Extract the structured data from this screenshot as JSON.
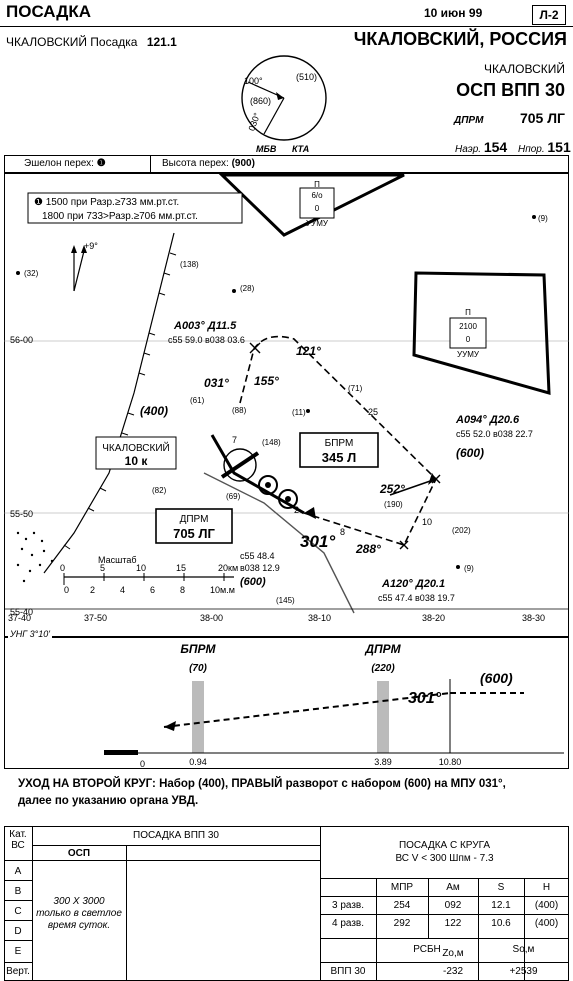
{
  "header": {
    "procedure": "ПОСАДКА",
    "date": "10 июн 99",
    "chart_number": "Л-2",
    "airport_freq_label": "ЧКАЛОВСКИЙ Посадка",
    "airport_freq": "121.1",
    "airport_title": "ЧКАЛОВСКИЙ, РОССИЯ",
    "airport_city": "ЧКАЛОВСКИЙ",
    "approach_name": "ОСП ВПП 30",
    "ndb_label": "ДПРМ",
    "ndb_value": "705 ЛГ",
    "elev_label": "Нaэр.",
    "elev_value": "154",
    "thr_label": "Hпор.",
    "thr_value": "151"
  },
  "msa": {
    "sector1": "100°",
    "sector2": "030°",
    "alt1": "(860)",
    "alt2": "(510)",
    "label_left": "МБВ",
    "label_right": "КТА"
  },
  "transition": {
    "level_label": "Эшелон перех:",
    "level_value": "❶",
    "alt_label": "Высота перех:",
    "alt_value": "(900)"
  },
  "plan": {
    "note_line1": "❶ 1500 при Разр.≥733 мм.рт.ст.",
    "note_line2": "1800 при 733>Разр.≥706 мм.рт.ст.",
    "variation": "+9°",
    "restricted_north": {
      "p": "П",
      "id": "6/о",
      "floor": "0",
      "name": "УУМУ"
    },
    "restricted_east": {
      "p": "П",
      "id": "2100",
      "floor": "0",
      "name": "УУМУ"
    },
    "fix_d11": {
      "name": "A003° Д11.5",
      "coords": "с55 59.0 в038 03.6"
    },
    "fix_d206": {
      "name": "A094° Д20.6",
      "coords": "с55 52.0 в038 22.7",
      "alt": "(600)"
    },
    "fix_d201": {
      "name": "A120° Д20.1",
      "coords": "с55 47.4 в038 19.7"
    },
    "lom": {
      "name": "БПРМ",
      "value": "345 Л"
    },
    "dprm": {
      "name": "ДПРМ",
      "value": "705 ЛГ"
    },
    "airport_box": {
      "name": "ЧКАЛОВСКИЙ",
      "value": "10 к"
    },
    "dprm_fix": {
      "coords1": "с55 48.4",
      "coords2": "в038 12.9",
      "alt": "(600)"
    },
    "spot_elevs": [
      "(32)",
      "(138)",
      "(28)",
      "(61)",
      "(88)",
      "(11)",
      "(71)",
      "(148)",
      "(69)",
      "(82)",
      "(190)",
      "(202)",
      "(9)",
      "(9)",
      "(145)"
    ],
    "alt_400": "(400)",
    "tracks": [
      "121°",
      "031°",
      "155°",
      "252°",
      "288°",
      "301°"
    ],
    "dist_labels": [
      "25",
      "10",
      "8",
      "7",
      "2"
    ],
    "lat_labels": [
      "56-00",
      "55-50",
      "55-40"
    ],
    "lon_labels": [
      "37-40",
      "37-50",
      "38-00",
      "38-10",
      "38-20",
      "38-30"
    ],
    "scale_label": "Масштаб",
    "scale_km": [
      "0",
      "5",
      "10",
      "15",
      "20км"
    ],
    "scale_nm": [
      "0",
      "2",
      "4",
      "6",
      "8",
      "10м.м"
    ]
  },
  "profile": {
    "ung": "УНГ 3°10'",
    "bprm": {
      "name": "БПРМ",
      "alt": "(70)",
      "dist": "0.94"
    },
    "dprm": {
      "name": "ДПРМ",
      "alt": "(220)",
      "dist": "3.89"
    },
    "fix_dist": "10.80",
    "zero": "0",
    "track": "301°",
    "alt": "(600)"
  },
  "missed": {
    "line1": "УХОД НА ВТОРОЙ КРУГ: Набор (400), ПРАВЫЙ разворот с набором (600) на МПУ 031°,",
    "line2": "далее по указанию органа УВД."
  },
  "minima": {
    "cat_label": "Кат. ВС",
    "cats": [
      "A",
      "B",
      "C",
      "D",
      "E"
    ],
    "ver_label": "Верт.",
    "title_left": "ПОСАДКА ВПП 30",
    "osp_label": "ОСП",
    "osp_note": [
      "300 X 3000",
      "только в светлое",
      "время суток."
    ],
    "title_right": "ПОСАДКА С КРУГА",
    "sub_right": "ВС V < 300  Шпм - 7.3",
    "col_heads": [
      "МПР",
      "Ам",
      "S",
      "H"
    ],
    "rows": [
      {
        "label": "3 разв.",
        "mpr": "254",
        "am": "092",
        "s": "12.1",
        "h": "(400)"
      },
      {
        "label": "4 разв.",
        "mpr": "292",
        "am": "122",
        "s": "10.6",
        "h": "(400)"
      }
    ],
    "bottom_heads": [
      "РСБН",
      "Zо,м",
      "Sо,м"
    ],
    "bottom_row": {
      "label": "ВПП 30",
      "z": "-232",
      "s": "+2539"
    }
  }
}
